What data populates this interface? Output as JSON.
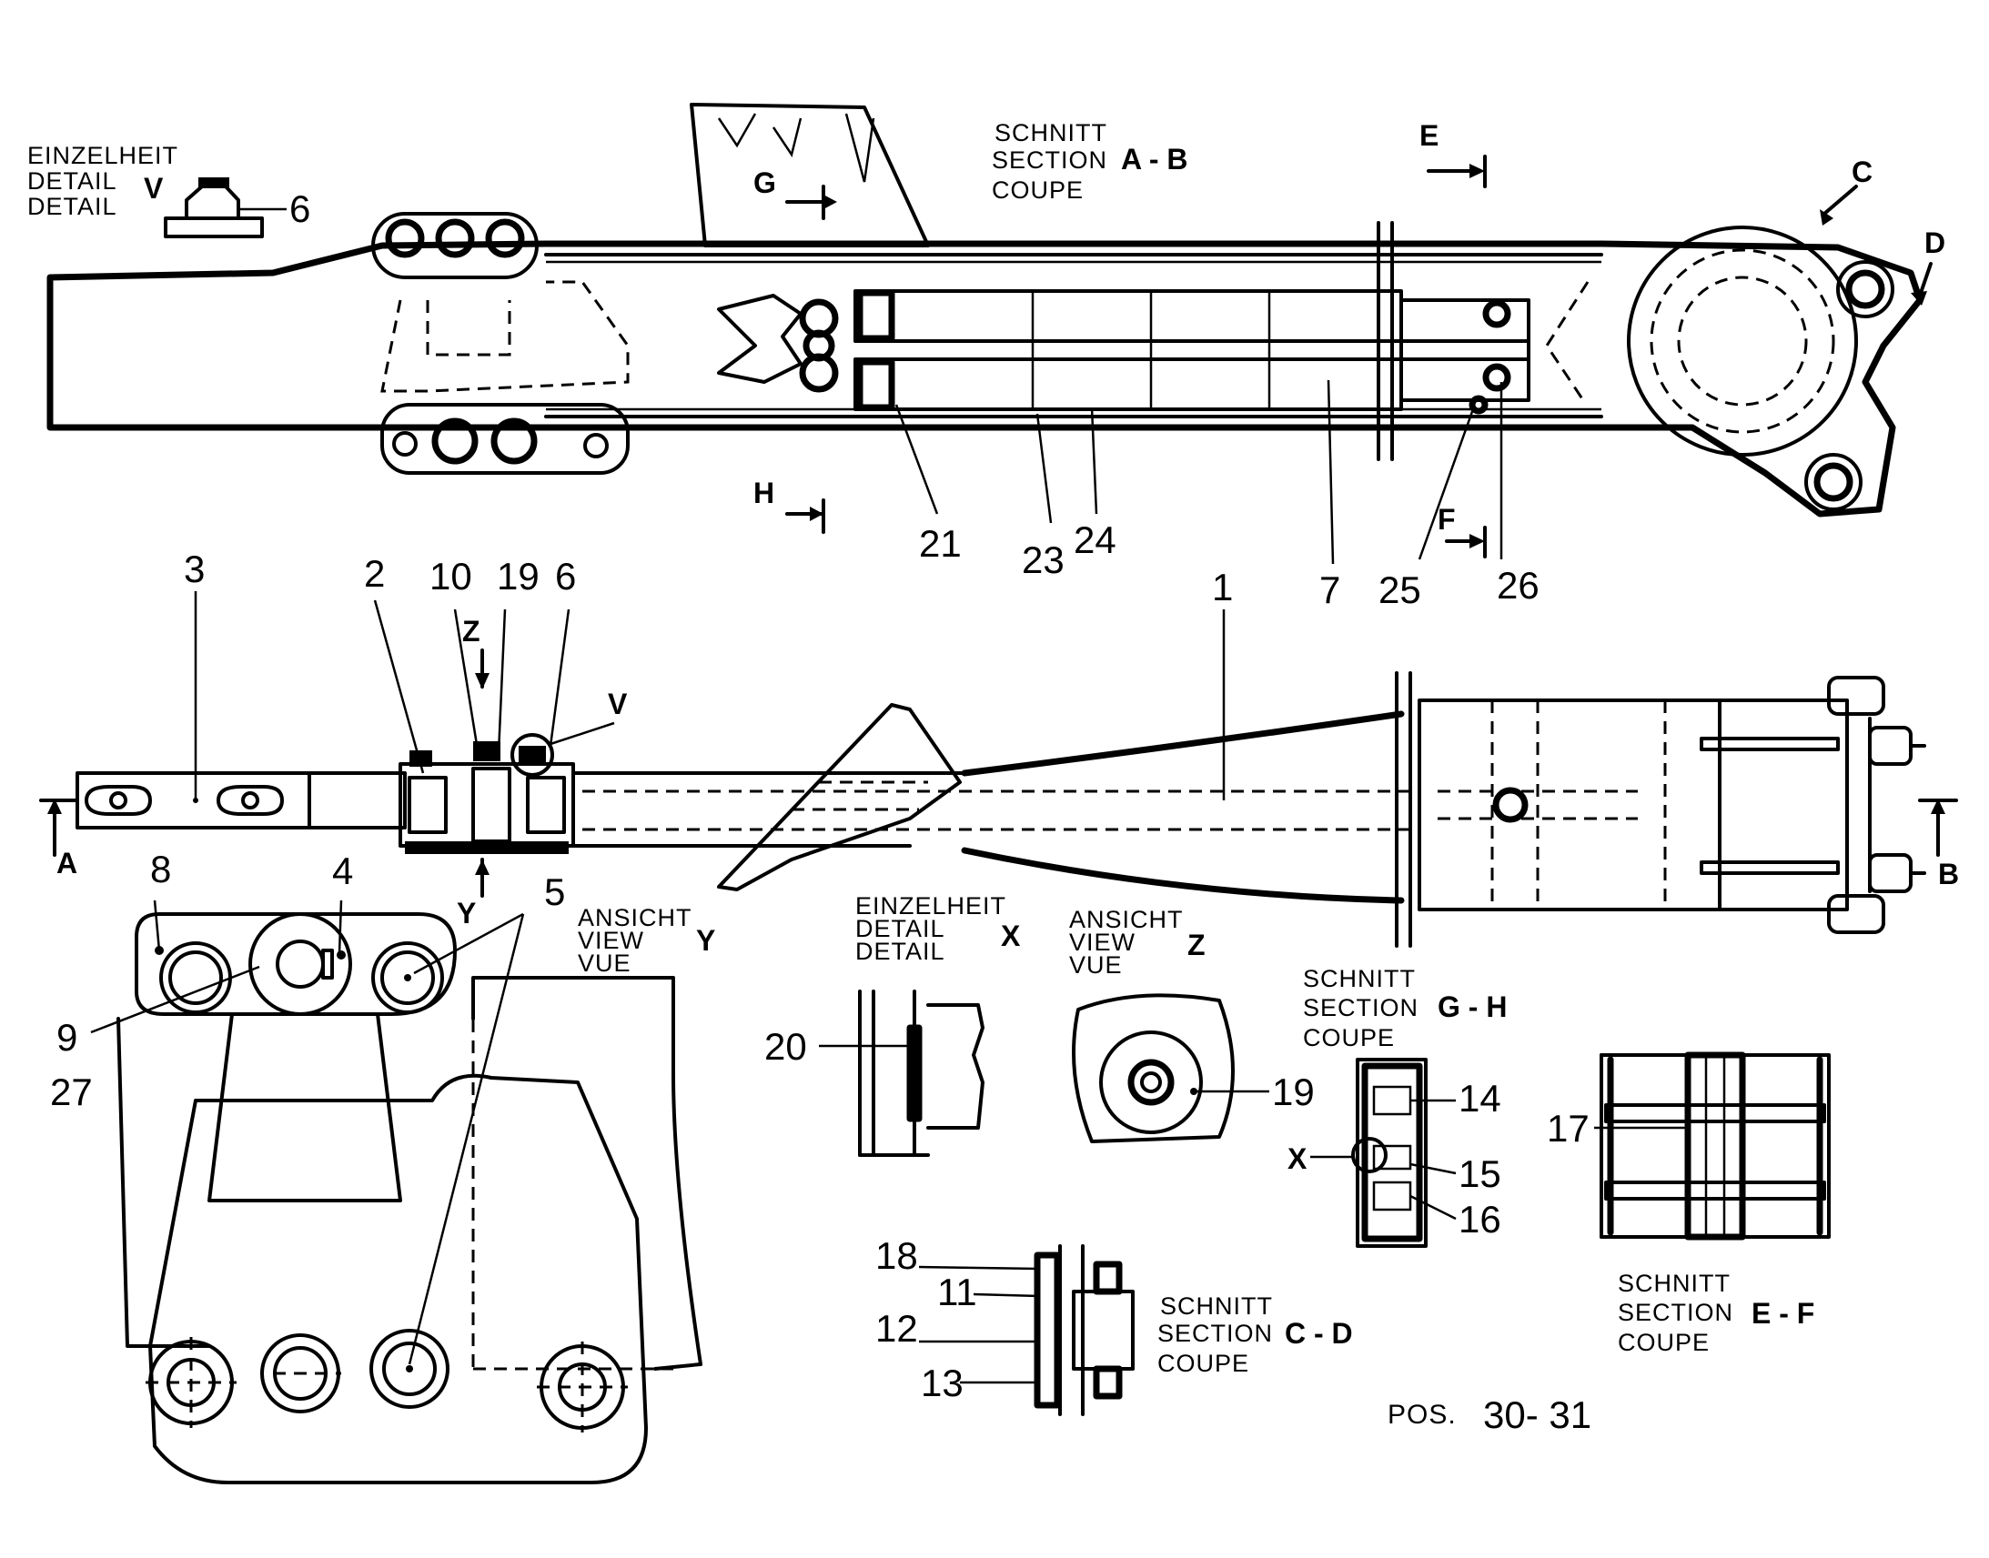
{
  "captions": {
    "detail_v": {
      "l1": "EINZELHEIT",
      "l2": "DETAIL",
      "l3": "DETAIL",
      "key": "V"
    },
    "section_ab": {
      "l1": "SCHNITT",
      "l2": "SECTION",
      "l3": "COUPE",
      "key": "A - B"
    },
    "view_y": {
      "l1": "ANSICHT",
      "l2": "VIEW",
      "l3": "VUE",
      "key": "Y"
    },
    "detail_x": {
      "l1": "EINZELHEIT",
      "l2": "DETAIL",
      "l3": "DETAIL",
      "key": "X"
    },
    "view_z": {
      "l1": "ANSICHT",
      "l2": "VIEW",
      "l3": "VUE",
      "key": "Z"
    },
    "section_gh": {
      "l1": "SCHNITT",
      "l2": "SECTION",
      "l3": "COUPE",
      "key": "G - H"
    },
    "section_cd": {
      "l1": "SCHNITT",
      "l2": "SECTION",
      "l3": "COUPE",
      "key": "C - D"
    },
    "section_ef": {
      "l1": "SCHNITT",
      "l2": "SECTION",
      "l3": "COUPE",
      "key": "E - F"
    }
  },
  "section_markers": {
    "E": "E",
    "F": "F",
    "G": "G",
    "H": "H",
    "C": "C",
    "D": "D",
    "A": "A",
    "B": "B",
    "Y": "Y",
    "Z": "Z",
    "V": "V",
    "X": "X"
  },
  "callouts": {
    "p1": "1",
    "p2": "2",
    "p3": "3",
    "p4": "4",
    "p5": "5",
    "p6": "6",
    "p6b": "6",
    "p7": "7",
    "p8": "8",
    "p9": "9",
    "p10": "10",
    "p11": "11",
    "p12": "12",
    "p13": "13",
    "p14": "14",
    "p15": "15",
    "p16": "16",
    "p17": "17",
    "p18": "18",
    "p19": "19",
    "p19b": "19",
    "p20": "20",
    "p21": "21",
    "p23": "23",
    "p24": "24",
    "p25": "25",
    "p26": "26",
    "p27": "27"
  },
  "position": {
    "label": "POS.",
    "value": "30-  31"
  }
}
